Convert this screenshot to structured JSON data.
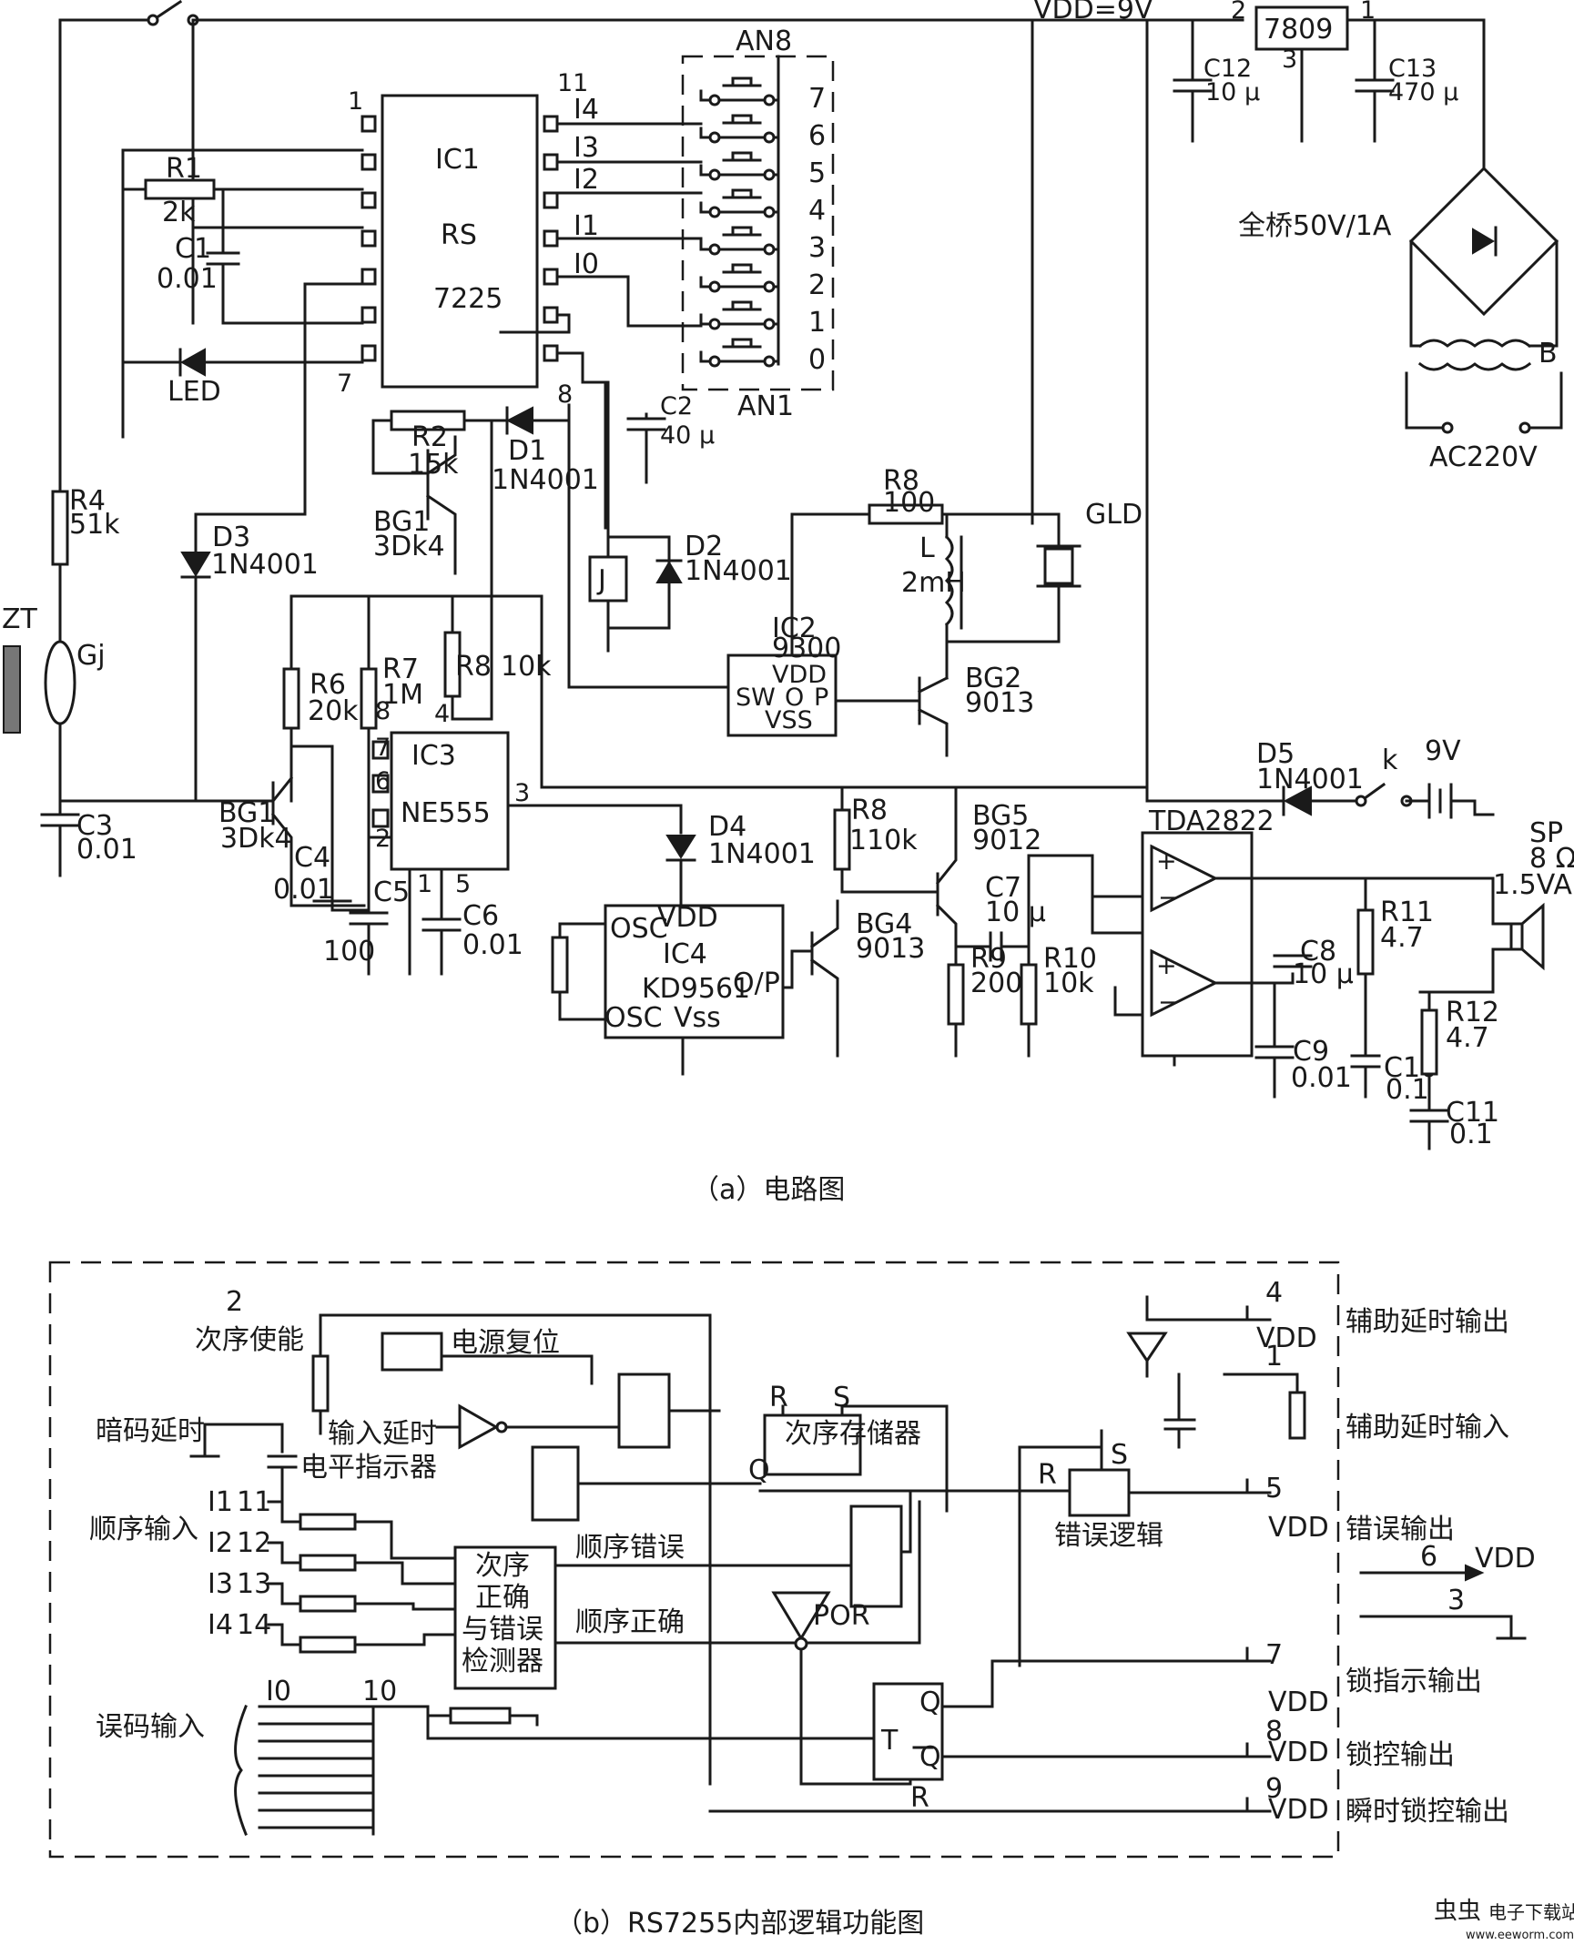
{
  "captions": {
    "a": "（a）电路图",
    "b": "（b）RS7255内部逻辑功能图"
  },
  "watermark": {
    "site": "电子下载站",
    "url": "www.eeworm.com"
  },
  "circuit_a": {
    "vdd": "VDD=9V",
    "regulator": {
      "name": "7809",
      "pin1": "1",
      "pin2": "2",
      "pin3": "3"
    },
    "bridge": "全桥50V/1A",
    "transformer": "B",
    "mains": "AC220V",
    "ic1": {
      "line1": "IC1",
      "line2": "RS",
      "line3": "7225",
      "pin1": "1",
      "pin7": "7",
      "pin8": "8",
      "pin11": "11"
    },
    "inputs": [
      "I4",
      "I3",
      "I2",
      "I1",
      "I0"
    ],
    "keys": [
      "7",
      "6",
      "5",
      "4",
      "3",
      "2",
      "1",
      "0"
    ],
    "key_top": "AN8",
    "key_bottom": "AN1",
    "R1": {
      "name": "R1",
      "value": "2k"
    },
    "C1": {
      "name": "C1",
      "value": "0.01"
    },
    "LED": "LED",
    "R2": {
      "name": "R2",
      "value": "15k"
    },
    "BG1a": {
      "name": "BG1",
      "value": "3Dk4"
    },
    "D1": {
      "name": "D1",
      "value": "1N4001"
    },
    "C2": {
      "name": "C2",
      "value": "40 μ"
    },
    "J": "J",
    "D2": {
      "name": "D2",
      "value": "1N4001"
    },
    "R4": {
      "name": "R4",
      "value": "51k"
    },
    "ZT": "ZT",
    "Gj": "Gj",
    "C3": {
      "name": "C3",
      "value": "0.01"
    },
    "D3": {
      "name": "D3",
      "value": "1N4001"
    },
    "R6": {
      "name": "R6",
      "value": "20k"
    },
    "R7": {
      "name": "R7",
      "value": "1M"
    },
    "R8a": {
      "name": "R8",
      "value": "10k"
    },
    "BG1b": {
      "name": "BG1",
      "value": "3Dk4"
    },
    "ic3": {
      "line1": "IC3",
      "line2": "NE555",
      "p1": "1",
      "p2": "2",
      "p3": "3",
      "p4": "4",
      "p5": "5",
      "p6": "6",
      "p7": "7",
      "p8": "8"
    },
    "C4": {
      "name": "C4",
      "value": "0.01"
    },
    "C5": {
      "name": "C5",
      "value": "100"
    },
    "C6": {
      "name": "C6",
      "value": "0.01"
    },
    "R8b": {
      "name": "R8",
      "value": "100"
    },
    "L": {
      "name": "L",
      "value": "2mH"
    },
    "GLD": "GLD",
    "ic2": {
      "line1": "IC2",
      "line2": "9300",
      "vdd": "VDD",
      "sw": "SW",
      "o": "O",
      "p": "P",
      "vss": "VSS"
    },
    "BG2": {
      "name": "BG2",
      "value": "9013"
    },
    "D4": {
      "name": "D4",
      "value": "1N4001"
    },
    "ic4": {
      "vdd": "VDD",
      "name": "IC4",
      "osc1": "OSC",
      "osc2": "OSC",
      "part": "KD9561",
      "op": "O/P",
      "vss": "Vss"
    },
    "R8c": {
      "name": "R8",
      "value": "110k"
    },
    "BG4": {
      "name": "BG4",
      "value": "9013"
    },
    "BG5": {
      "name": "BG5",
      "value": "9012"
    },
    "C7": {
      "name": "C7",
      "value": "10 μ"
    },
    "R9": {
      "name": "R9",
      "value": "200"
    },
    "R10": {
      "name": "R10",
      "value": "10k"
    },
    "D5": {
      "name": "D5",
      "value": "1N4001"
    },
    "k": "k",
    "battery": "9V",
    "tda": "TDA2822",
    "SP": {
      "name": "SP",
      "value": "8 Ω",
      "power": "1.5VA"
    },
    "R11": {
      "name": "R11",
      "value": "4.7"
    },
    "R12": {
      "name": "R12",
      "value": "4.7"
    },
    "C8": {
      "name": "C8",
      "value": "10 μ"
    },
    "C9": {
      "name": "C9",
      "value": "0.01"
    },
    "C10": {
      "name": "C10",
      "value": "0.1"
    },
    "C11": {
      "name": "C11",
      "value": "0.1"
    },
    "C12": {
      "name": "C12",
      "value": "10 μ"
    },
    "C13": {
      "name": "C13",
      "value": "470 μ"
    }
  },
  "diagram_b": {
    "pin2": "2",
    "seq_enable": "次序使能",
    "power_reset": "电源复位",
    "input_delay": "输入延时",
    "level_ind": "电平指示器",
    "code_delay": "暗码延时",
    "seq_input": "顺序输入",
    "in_labels": [
      "I1",
      "I2",
      "I3",
      "I4"
    ],
    "in_pins": [
      "11",
      "12",
      "13",
      "14"
    ],
    "detector": [
      "次序",
      "正确",
      "与错误",
      "检测器"
    ],
    "seq_error": "顺序错误",
    "seq_ok": "顺序正确",
    "storage": "次序存储器",
    "R": "R",
    "S": "S",
    "Q": "Q",
    "POR": "POR",
    "error_logic": "错误逻辑",
    "R2": "R",
    "S2": "S",
    "wrong_input": "误码输入",
    "I0": "I0",
    "pin10": "10",
    "T": "T",
    "Qbar": "Q",
    "Qout": "Q",
    "Rlow": "R",
    "pins": {
      "p4": "4",
      "p1": "1",
      "p5": "5",
      "p6": "6",
      "p3": "3",
      "p7": "7",
      "p8": "8",
      "p9": "9"
    },
    "vdd": "VDD",
    "out_aux_delay": "辅助延时输出",
    "in_aux_delay": "辅助延时输入",
    "out_error": "错误输出",
    "out_lock_ind": "锁指示输出",
    "out_lock_ctl": "锁控输出",
    "out_lock_inst": "瞬时锁控输出"
  }
}
